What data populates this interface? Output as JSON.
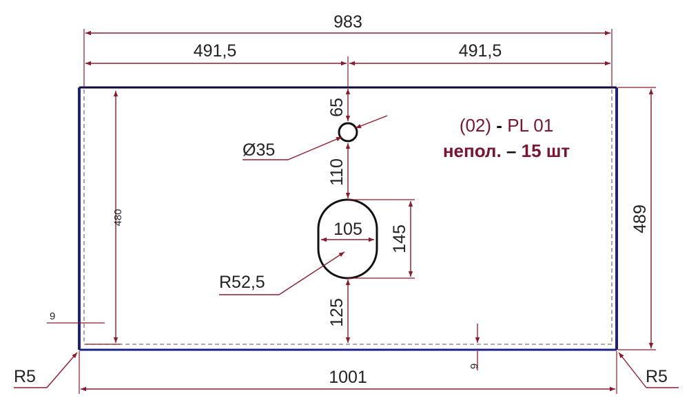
{
  "colors": {
    "dimension_line": "#8b1a2b",
    "outline": "#0a0a40",
    "side_edge": "#1f1f8a",
    "cutout": "#111111",
    "note_text": "#7a1530",
    "label_text": "#222222"
  },
  "dimensions": {
    "overall_width": "983",
    "left_half": "491,5",
    "right_half": "491,5",
    "bottom_width": "1001",
    "right_height": "489",
    "left_height": "480",
    "edge_offset_left": "9",
    "edge_offset_bottom": "9",
    "hole_top_offset": "65",
    "hole_to_oval": "110",
    "oval_width": "105",
    "oval_height": "145",
    "oval_bottom_offset": "125"
  },
  "callouts": {
    "hole_diameter": "Ø35",
    "oval_radius": "R52,5",
    "corner_left": "R5",
    "corner_right": "R5"
  },
  "note": {
    "part_code_prefix": "(02)",
    "part_code_dash": "-",
    "part_code": "PL 01",
    "edge_label": "непол.",
    "qty_dash": "–",
    "qty": "15 шт"
  }
}
